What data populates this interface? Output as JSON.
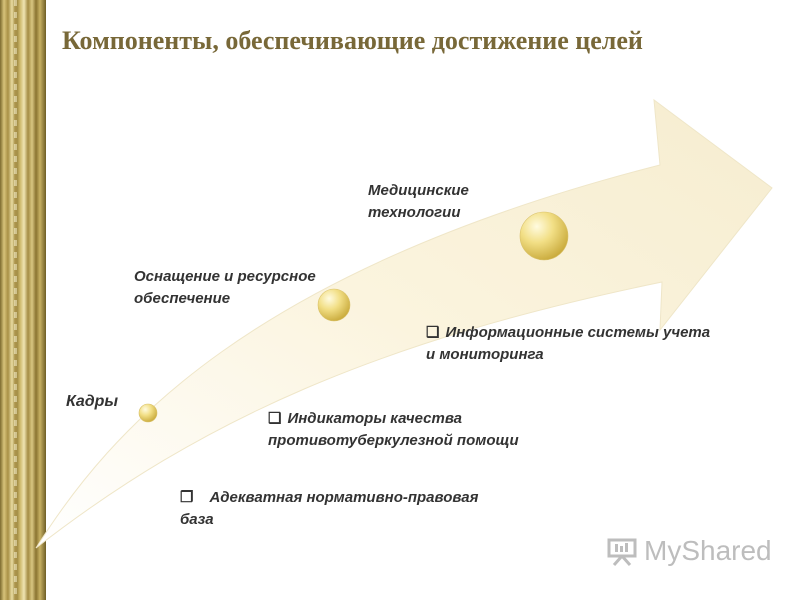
{
  "title": "Компоненты, обеспечивающие достижение целей",
  "stages": [
    {
      "label": "Кадры"
    },
    {
      "label_line1": "Оснащение и ресурсное",
      "label_line2": "обеспечение"
    },
    {
      "label_line1": "Медицинские",
      "label_line2": "технологии"
    }
  ],
  "bullets": [
    {
      "line1": "Информационные системы учета",
      "line2": "и мониторинга"
    },
    {
      "line1": "Индикаторы качества",
      "line2": "противотуберкулезной помощи"
    },
    {
      "line1": "Адекватная нормативно-правовая",
      "line2": "база"
    }
  ],
  "watermark": "MyShared",
  "colors": {
    "title": "#786838",
    "arrow": "#fbf6e6",
    "sphere": "#e8d35c"
  }
}
